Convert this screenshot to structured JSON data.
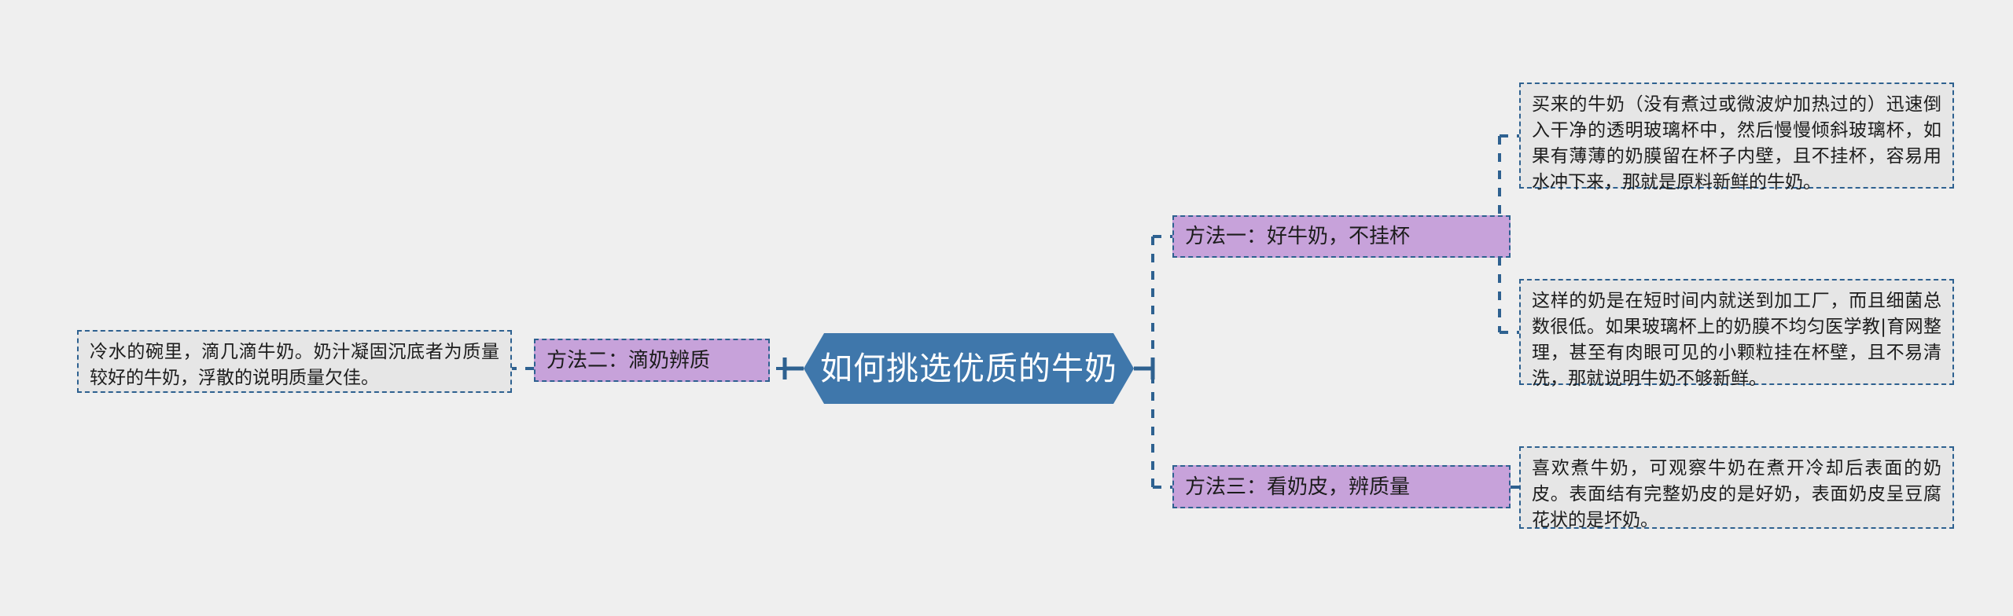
{
  "colors": {
    "page_background": "#efefef",
    "root_fill": "#3f77ab",
    "root_text": "#ffffff",
    "method_fill": "#c7a2da",
    "detail_fill": "#e6e6e6",
    "connector": "#2e6190",
    "body_text": "#1c1c1c"
  },
  "diagram": {
    "type": "mind-map",
    "root": {
      "label": "如何挑选优质的牛奶"
    },
    "branches": [
      {
        "id": "method-1",
        "label": "方法一：好牛奶，不挂杯",
        "side": "right",
        "details": [
          {
            "id": "detail-1",
            "text": "买来的牛奶（没有煮过或微波炉加热过的）迅速倒入干净的透明玻璃杯中，然后慢慢倾斜玻璃杯，如果有薄薄的奶膜留在杯子内壁，且不挂杯，容易用水冲下来，那就是原料新鲜的牛奶。"
          },
          {
            "id": "detail-2",
            "text": "这样的奶是在短时间内就送到加工厂，而且细菌总数很低。如果玻璃杯上的奶膜不均匀医学教|育网整理，甚至有肉眼可见的小颗粒挂在杯壁，且不易清洗，那就说明牛奶不够新鲜。"
          }
        ]
      },
      {
        "id": "method-3",
        "label": "方法三：看奶皮，辨质量",
        "side": "right",
        "details": [
          {
            "id": "detail-3",
            "text": "喜欢煮牛奶，可观察牛奶在煮开冷却后表面的奶皮。表面结有完整奶皮的是好奶，表面奶皮呈豆腐花状的是坏奶。"
          }
        ]
      },
      {
        "id": "method-2",
        "label": "方法二：滴奶辨质",
        "side": "left",
        "details": [
          {
            "id": "detail-4",
            "text": "冷水的碗里，滴几滴牛奶。奶汁凝固沉底者为质量较好的牛奶，浮散的说明质量欠佳。"
          }
        ]
      }
    ]
  }
}
